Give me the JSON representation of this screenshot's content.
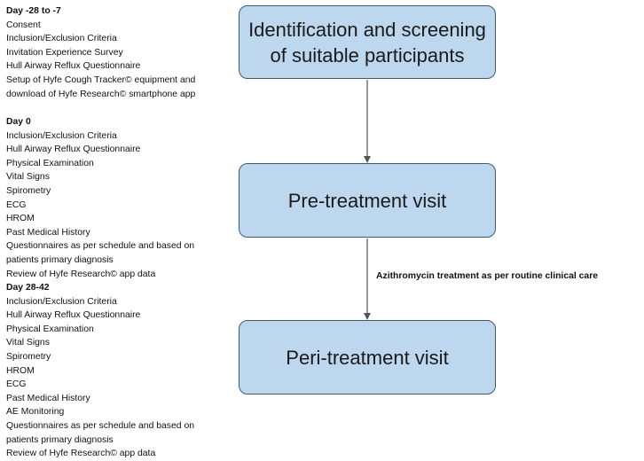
{
  "schedule": [
    {
      "heading": "Day -28 to -7",
      "items": [
        "Consent",
        "Inclusion/Exclusion Criteria",
        "Invitation Experience Survey",
        "Hull Airway Reflux Questionnaire",
        "Setup of Hyfe Cough Tracker© equipment and",
        "download of Hyfe Research© smartphone app"
      ]
    },
    {
      "heading": "Day 0",
      "items": [
        "Inclusion/Exclusion Criteria",
        "Hull Airway Reflux Questionnaire",
        "Physical Examination",
        "Vital Signs",
        "Spirometry",
        "ECG",
        "HROM",
        "Past Medical History",
        "Questionnaires as per schedule and based on",
        "patients primary diagnosis",
        "Review of Hyfe Research© app data"
      ]
    },
    {
      "heading": "Day 28-42",
      "items": [
        "Inclusion/Exclusion Criteria",
        "Hull Airway Reflux Questionnaire",
        "Physical Examination",
        "Vital Signs",
        "Spirometry",
        "HROM",
        "ECG",
        "Past Medical History",
        "AE Monitoring",
        "Questionnaires as per schedule and based on",
        "patients primary diagnosis",
        "Review of Hyfe Research© app data"
      ]
    }
  ],
  "flow": {
    "boxes": [
      "Identification and screening of suitable participants",
      "Pre-treatment visit",
      "Peri-treatment visit"
    ],
    "arrow_label": "Azithromycin treatment as per routine clinical care"
  },
  "colors": {
    "box_fill": "#bdd7ee",
    "box_border": "#3d5a75",
    "arrow": "#555555"
  }
}
